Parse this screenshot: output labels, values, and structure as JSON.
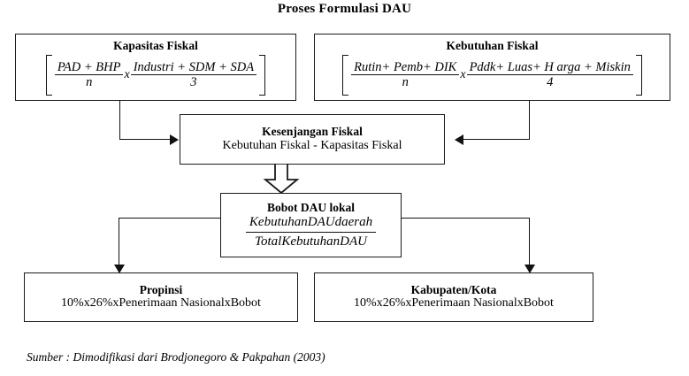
{
  "title": "Proses Formulasi DAU",
  "boxes": {
    "kapasitas": {
      "title": "Kapasitas Fiskal",
      "formula": {
        "frac1_num": "PAD + BHP",
        "frac1_den": "n",
        "operator": "x",
        "frac2_num": "Industri + SDM + SDA",
        "frac2_den": "3"
      }
    },
    "kebutuhan": {
      "title": "Kebutuhan Fiskal",
      "formula": {
        "frac1_num": "Rutin+ Pemb+ DIK",
        "frac1_den": "n",
        "operator": "x",
        "frac2_num": "Pddk+ Luas+ H arga + Miskin",
        "frac2_den": "4"
      }
    },
    "kesenjangan": {
      "title": "Kesenjangan Fiskal",
      "subtitle": "Kebutuhan Fiskal - Kapasitas Fiskal"
    },
    "bobot": {
      "title": "Bobot DAU lokal",
      "frac_num": "KebutuhanDAUdaerah",
      "frac_den": "TotalKebutuhanDAU"
    },
    "propinsi": {
      "title": "Propinsi",
      "subtitle": "10%x26%xPenerimaan NasionalxBobot"
    },
    "kabupaten": {
      "title": "Kabupaten/Kota",
      "subtitle": "10%x26%xPenerimaan NasionalxBobot"
    }
  },
  "source": "Sumber : Dimodifikasi dari Brodjonegoro & Pakpahan (2003)",
  "colors": {
    "line": "#1a1a1a",
    "background": "#ffffff",
    "text": "#000000"
  }
}
